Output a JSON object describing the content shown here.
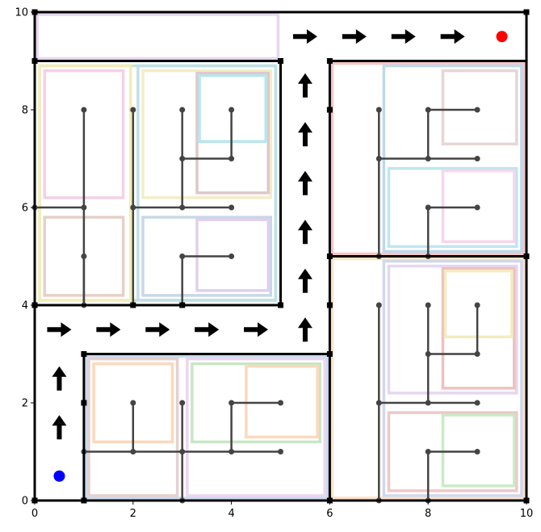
{
  "chart_data": {
    "type": "diagram",
    "xlim": [
      0,
      10
    ],
    "ylim": [
      0,
      10
    ],
    "x_ticks": [
      "0",
      "2",
      "4",
      "6",
      "8",
      "10"
    ],
    "y_ticks": [
      "0",
      "2",
      "4",
      "6",
      "8",
      "10"
    ],
    "grid": false,
    "colors": {
      "wall": "#000000",
      "tree": "#444444",
      "start": "#0000ff",
      "goal": "#ff0000",
      "arrow": "#000000"
    },
    "start_point": [
      0.5,
      0.5
    ],
    "goal_point": [
      9.5,
      9.5
    ],
    "outer_walls": [
      [
        [
          0,
          0
        ],
        [
          10,
          0
        ]
      ],
      [
        [
          10,
          0
        ],
        [
          10,
          10
        ]
      ],
      [
        [
          10,
          10
        ],
        [
          0,
          10
        ]
      ],
      [
        [
          0,
          10
        ],
        [
          0,
          0
        ]
      ]
    ],
    "walls": [
      [
        [
          0,
          9
        ],
        [
          5,
          9
        ]
      ],
      [
        [
          5,
          9
        ],
        [
          5,
          4
        ]
      ],
      [
        [
          5,
          4
        ],
        [
          0,
          4
        ]
      ],
      [
        [
          6,
          9
        ],
        [
          10,
          9
        ]
      ],
      [
        [
          6,
          9
        ],
        [
          6,
          0
        ]
      ],
      [
        [
          6,
          5
        ],
        [
          10,
          5
        ]
      ],
      [
        [
          1,
          3
        ],
        [
          6,
          3
        ]
      ],
      [
        [
          1,
          3
        ],
        [
          1,
          0
        ]
      ]
    ],
    "wall_nodes": [
      [
        0,
        10
      ],
      [
        10,
        10
      ],
      [
        0,
        9
      ],
      [
        5,
        9
      ],
      [
        0,
        4
      ],
      [
        2,
        4
      ],
      [
        3,
        4
      ],
      [
        5,
        4
      ],
      [
        6,
        9
      ],
      [
        6,
        8
      ],
      [
        6,
        5
      ],
      [
        10,
        5
      ],
      [
        6,
        4
      ],
      [
        6,
        3
      ],
      [
        1,
        3
      ],
      [
        1,
        2
      ],
      [
        6,
        0
      ],
      [
        1,
        0
      ],
      [
        0,
        0
      ],
      [
        10,
        0
      ]
    ],
    "rooms": [
      {
        "x0": 0.05,
        "y0": 9.05,
        "x1": 4.95,
        "y1": 9.95,
        "color": "#e6d7ef"
      },
      {
        "x0": 0.1,
        "y0": 4.1,
        "x1": 4.9,
        "y1": 8.9,
        "color": "#bfe6d0"
      },
      {
        "x0": 0.1,
        "y0": 4.1,
        "x1": 1.95,
        "y1": 8.9,
        "color": "#f3edb8"
      },
      {
        "x0": 0.2,
        "y0": 6.2,
        "x1": 1.8,
        "y1": 8.8,
        "color": "#f6d0e6"
      },
      {
        "x0": 0.2,
        "y0": 4.2,
        "x1": 1.8,
        "y1": 5.8,
        "color": "#e6d0c8"
      },
      {
        "x0": 2.1,
        "y0": 4.1,
        "x1": 4.9,
        "y1": 8.9,
        "color": "#bfe0e6"
      },
      {
        "x0": 2.2,
        "y0": 6.2,
        "x1": 4.8,
        "y1": 8.8,
        "color": "#f3edc8"
      },
      {
        "x0": 3.3,
        "y0": 6.3,
        "x1": 4.75,
        "y1": 8.75,
        "color": "#e0c8c8"
      },
      {
        "x0": 3.35,
        "y0": 7.35,
        "x1": 4.7,
        "y1": 8.7,
        "color": "#b8e6f0"
      },
      {
        "x0": 2.2,
        "y0": 4.2,
        "x1": 4.8,
        "y1": 5.8,
        "color": "#c8d8e8"
      },
      {
        "x0": 3.3,
        "y0": 4.3,
        "x1": 4.75,
        "y1": 5.75,
        "color": "#e0d0ef"
      },
      {
        "x0": 6.05,
        "y0": 5.05,
        "x1": 9.95,
        "y1": 8.95,
        "color": "#f6c6c6"
      },
      {
        "x0": 7.1,
        "y0": 5.1,
        "x1": 9.9,
        "y1": 8.9,
        "color": "#bfd8ea"
      },
      {
        "x0": 8.3,
        "y0": 7.3,
        "x1": 9.8,
        "y1": 8.8,
        "color": "#e6d6d6"
      },
      {
        "x0": 7.2,
        "y0": 5.2,
        "x1": 9.8,
        "y1": 6.8,
        "color": "#bfe6f0"
      },
      {
        "x0": 8.3,
        "y0": 5.3,
        "x1": 9.75,
        "y1": 6.75,
        "color": "#f6d6ee"
      },
      {
        "x0": 6.05,
        "y0": 0.05,
        "x1": 9.95,
        "y1": 4.95,
        "color": "#fde2c8"
      },
      {
        "x0": 7.1,
        "y0": 0.1,
        "x1": 9.9,
        "y1": 4.9,
        "color": "#d0d8ec"
      },
      {
        "x0": 7.2,
        "y0": 2.2,
        "x1": 9.8,
        "y1": 4.8,
        "color": "#e6d6ef"
      },
      {
        "x0": 8.3,
        "y0": 2.3,
        "x1": 9.75,
        "y1": 4.75,
        "color": "#f0c0c0"
      },
      {
        "x0": 8.35,
        "y0": 3.35,
        "x1": 9.7,
        "y1": 4.7,
        "color": "#f3ecc0"
      },
      {
        "x0": 7.2,
        "y0": 0.2,
        "x1": 9.8,
        "y1": 1.8,
        "color": "#eec8c8"
      },
      {
        "x0": 8.3,
        "y0": 0.3,
        "x1": 9.75,
        "y1": 1.75,
        "color": "#c8ecc4"
      },
      {
        "x0": 1.05,
        "y0": 0.05,
        "x1": 5.95,
        "y1": 2.95,
        "color": "#c8dcef"
      },
      {
        "x0": 1.1,
        "y0": 0.1,
        "x1": 2.9,
        "y1": 2.9,
        "color": "#e6d0d0"
      },
      {
        "x0": 1.2,
        "y0": 1.2,
        "x1": 2.8,
        "y1": 2.8,
        "color": "#fcd8bc"
      },
      {
        "x0": 3.1,
        "y0": 0.1,
        "x1": 5.9,
        "y1": 2.9,
        "color": "#ebd6f0"
      },
      {
        "x0": 3.2,
        "y0": 1.2,
        "x1": 5.8,
        "y1": 2.8,
        "color": "#c8e6c4"
      },
      {
        "x0": 4.3,
        "y0": 1.3,
        "x1": 5.75,
        "y1": 2.75,
        "color": "#fcd8bc"
      }
    ],
    "tree_edges": [
      [
        [
          1,
          8
        ],
        [
          1,
          4
        ]
      ],
      [
        [
          0,
          6
        ],
        [
          1,
          6
        ]
      ],
      [
        [
          1,
          5
        ],
        [
          1,
          4
        ]
      ],
      [
        [
          2,
          8
        ],
        [
          2,
          4
        ]
      ],
      [
        [
          2,
          6
        ],
        [
          4,
          6
        ]
      ],
      [
        [
          3,
          8
        ],
        [
          3,
          6
        ]
      ],
      [
        [
          3,
          7
        ],
        [
          4,
          7
        ]
      ],
      [
        [
          4,
          8
        ],
        [
          4,
          7
        ]
      ],
      [
        [
          3,
          5
        ],
        [
          3,
          4
        ]
      ],
      [
        [
          3,
          5
        ],
        [
          4,
          5
        ]
      ],
      [
        [
          7,
          8
        ],
        [
          7,
          5
        ]
      ],
      [
        [
          7,
          7
        ],
        [
          9,
          7
        ]
      ],
      [
        [
          8,
          8
        ],
        [
          8,
          7
        ]
      ],
      [
        [
          8,
          8
        ],
        [
          9,
          8
        ]
      ],
      [
        [
          8,
          6
        ],
        [
          8,
          5
        ]
      ],
      [
        [
          8,
          6
        ],
        [
          9,
          6
        ]
      ],
      [
        [
          7,
          4
        ],
        [
          7,
          0
        ]
      ],
      [
        [
          7,
          2
        ],
        [
          9,
          2
        ]
      ],
      [
        [
          8,
          4
        ],
        [
          8,
          2
        ]
      ],
      [
        [
          8,
          3
        ],
        [
          9,
          3
        ]
      ],
      [
        [
          9,
          4
        ],
        [
          9,
          3
        ]
      ],
      [
        [
          8,
          1
        ],
        [
          8,
          0
        ]
      ],
      [
        [
          8,
          1
        ],
        [
          9,
          1
        ]
      ],
      [
        [
          1,
          1
        ],
        [
          5,
          1
        ]
      ],
      [
        [
          2,
          2
        ],
        [
          2,
          1
        ]
      ],
      [
        [
          3,
          2
        ],
        [
          3,
          0
        ]
      ],
      [
        [
          4,
          2
        ],
        [
          4,
          1
        ]
      ],
      [
        [
          4,
          2
        ],
        [
          5,
          2
        ]
      ]
    ],
    "tree_nodes": [
      [
        1,
        8
      ],
      [
        1,
        6
      ],
      [
        0,
        6
      ],
      [
        1,
        5
      ],
      [
        1,
        4
      ],
      [
        2,
        8
      ],
      [
        2,
        6
      ],
      [
        2,
        4
      ],
      [
        3,
        8
      ],
      [
        3,
        7
      ],
      [
        3,
        6
      ],
      [
        4,
        8
      ],
      [
        4,
        7
      ],
      [
        4,
        6
      ],
      [
        3,
        5
      ],
      [
        3,
        4
      ],
      [
        4,
        5
      ],
      [
        7,
        8
      ],
      [
        7,
        7
      ],
      [
        7,
        5
      ],
      [
        8,
        8
      ],
      [
        8,
        7
      ],
      [
        9,
        8
      ],
      [
        9,
        7
      ],
      [
        8,
        6
      ],
      [
        8,
        5
      ],
      [
        9,
        6
      ],
      [
        7,
        4
      ],
      [
        7,
        2
      ],
      [
        7,
        0
      ],
      [
        8,
        4
      ],
      [
        8,
        3
      ],
      [
        8,
        2
      ],
      [
        9,
        4
      ],
      [
        9,
        3
      ],
      [
        9,
        2
      ],
      [
        8,
        1
      ],
      [
        8,
        0
      ],
      [
        9,
        1
      ],
      [
        1,
        1
      ],
      [
        2,
        2
      ],
      [
        2,
        1
      ],
      [
        3,
        2
      ],
      [
        3,
        1
      ],
      [
        3,
        0
      ],
      [
        4,
        2
      ],
      [
        4,
        1
      ],
      [
        5,
        2
      ],
      [
        5,
        1
      ]
    ],
    "path_arrows": [
      {
        "x": 0.5,
        "y": 1.5,
        "dir": "up"
      },
      {
        "x": 0.5,
        "y": 2.5,
        "dir": "up"
      },
      {
        "x": 0.5,
        "y": 3.5,
        "dir": "right"
      },
      {
        "x": 1.5,
        "y": 3.5,
        "dir": "right"
      },
      {
        "x": 2.5,
        "y": 3.5,
        "dir": "right"
      },
      {
        "x": 3.5,
        "y": 3.5,
        "dir": "right"
      },
      {
        "x": 4.5,
        "y": 3.5,
        "dir": "right"
      },
      {
        "x": 5.5,
        "y": 3.5,
        "dir": "up"
      },
      {
        "x": 5.5,
        "y": 4.5,
        "dir": "up"
      },
      {
        "x": 5.5,
        "y": 5.5,
        "dir": "up"
      },
      {
        "x": 5.5,
        "y": 6.5,
        "dir": "up"
      },
      {
        "x": 5.5,
        "y": 7.5,
        "dir": "up"
      },
      {
        "x": 5.5,
        "y": 8.5,
        "dir": "up"
      },
      {
        "x": 5.5,
        "y": 9.5,
        "dir": "right"
      },
      {
        "x": 6.5,
        "y": 9.5,
        "dir": "right"
      },
      {
        "x": 7.5,
        "y": 9.5,
        "dir": "right"
      },
      {
        "x": 8.5,
        "y": 9.5,
        "dir": "right"
      }
    ]
  }
}
